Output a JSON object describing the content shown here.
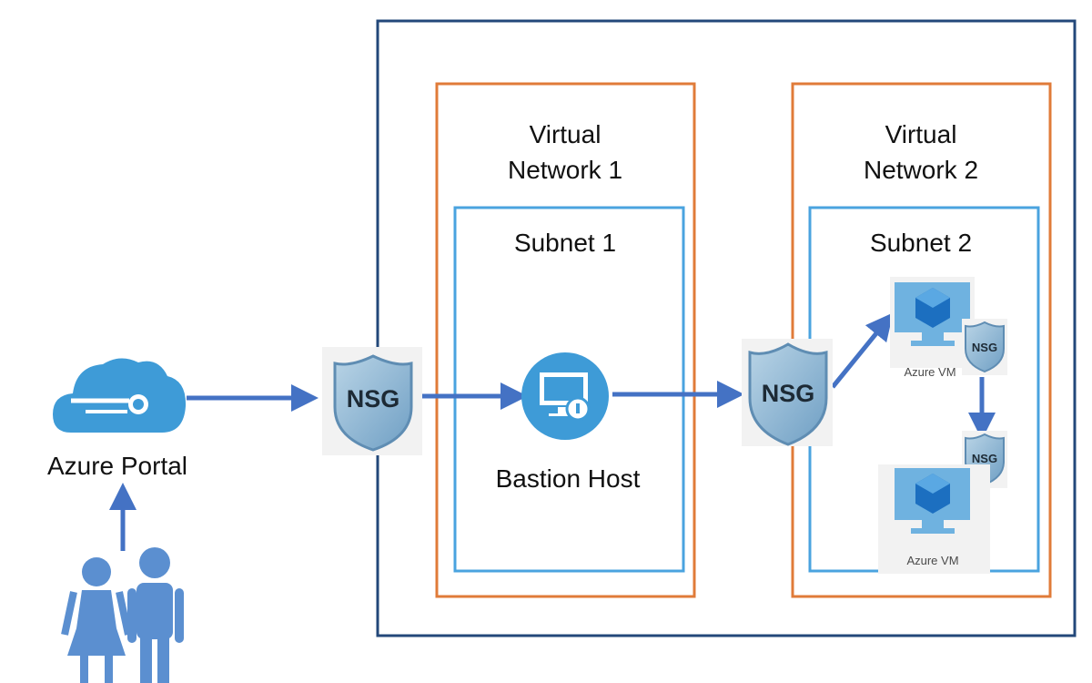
{
  "labels": {
    "azure_portal": "Azure Portal",
    "vnet1_line1": "Virtual",
    "vnet1_line2": "Network 1",
    "vnet2_line1": "Virtual",
    "vnet2_line2": "Network 2",
    "subnet1": "Subnet 1",
    "subnet2": "Subnet 2",
    "bastion_host": "Bastion Host",
    "nsg": "NSG",
    "azure_vm_1": "Azure VM",
    "azure_vm_2": "Azure VM"
  },
  "colors": {
    "outer_border": "#23487a",
    "vnet_border": "#e07b39",
    "subnet_border": "#4aa3df",
    "arrow": "#4472c4",
    "icon_blue": "#3e9bd7",
    "people": "#5b8fd0"
  }
}
